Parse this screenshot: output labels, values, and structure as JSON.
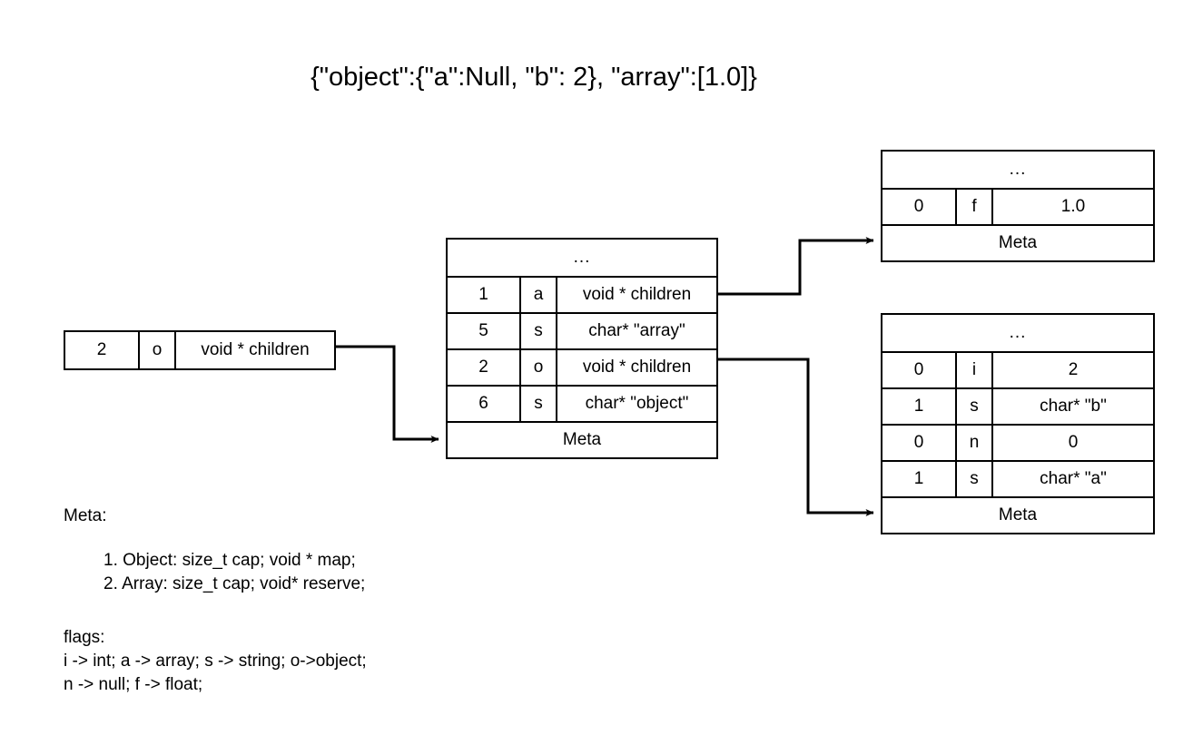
{
  "title": "{\"object\":{\"a\":Null, \"b\": 2}, \"array\":[1.0]}",
  "colors": {
    "stroke": "#000000",
    "background": "#ffffff",
    "text": "#000000"
  },
  "nodes": {
    "root": {
      "name": "root-node",
      "rows": [
        {
          "index": "2",
          "flag": "o",
          "value": "void * children"
        }
      ]
    },
    "object_children": {
      "name": "object-children-node",
      "header": "...",
      "rows": [
        {
          "index": "1",
          "flag": "a",
          "value": "void * children"
        },
        {
          "index": "5",
          "flag": "s",
          "value": "char* \"array\""
        },
        {
          "index": "2",
          "flag": "o",
          "value": "void * children"
        },
        {
          "index": "6",
          "flag": "s",
          "value": "char* \"object\""
        }
      ],
      "footer": "Meta"
    },
    "array_children": {
      "name": "array-children-node",
      "header": "...",
      "rows": [
        {
          "index": "0",
          "flag": "f",
          "value": "1.0"
        }
      ],
      "footer": "Meta"
    },
    "inner_object_children": {
      "name": "inner-object-children-node",
      "header": "...",
      "rows": [
        {
          "index": "0",
          "flag": "i",
          "value": "2"
        },
        {
          "index": "1",
          "flag": "s",
          "value": "char* \"b\""
        },
        {
          "index": "0",
          "flag": "n",
          "value": "0"
        },
        {
          "index": "1",
          "flag": "s",
          "value": "char* \"a\""
        }
      ],
      "footer": "Meta"
    }
  },
  "legend": {
    "meta_title": "Meta:",
    "meta_items": [
      "1. Object: size_t cap; void * map;",
      "2. Array: size_t cap; void* reserve;"
    ],
    "flags_title": "flags:",
    "flags_lines": [
      "i -> int; a -> array; s -> string; o->object;",
      "n -> null; f -> float;"
    ]
  }
}
